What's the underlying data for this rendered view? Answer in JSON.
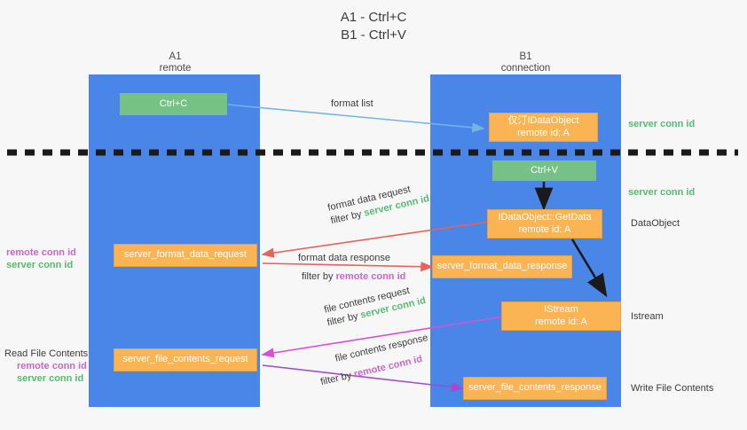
{
  "title": {
    "line1": "A1 - Ctrl+C",
    "line2": "B1 - Ctrl+V"
  },
  "columns": [
    {
      "name": "A1",
      "sub": "remote"
    },
    {
      "name": "B1",
      "sub": "connection"
    }
  ],
  "nodes": {
    "ctrl_c": {
      "label": "Ctrl+C"
    },
    "ctrl_v": {
      "label": "Ctrl+V"
    },
    "idataobject_store": {
      "line1": "仅汀IDataObject",
      "line2": "remote id: A"
    },
    "idataobject_getdata": {
      "line1": "IDataObject::GetData",
      "line2": "remote id: A"
    },
    "istream": {
      "line1": "IStream",
      "line2": "remote id: A"
    },
    "server_format_data_request": {
      "label": "server_format_data_request"
    },
    "server_format_data_response": {
      "label": "server_format_data_response"
    },
    "server_file_contents_request": {
      "label": "server_file_contents_request"
    },
    "server_file_contents_response": {
      "label": "server_file_contents_response"
    }
  },
  "edges": {
    "format_list": {
      "label": "format list"
    },
    "format_data_request": {
      "line1": "format data request",
      "filter_prefix": "filter by ",
      "filter_value": "server conn id"
    },
    "format_data_response": {
      "line1": "format data response",
      "filter_prefix": "filter by ",
      "filter_value": "remote conn id"
    },
    "file_contents_request": {
      "line1": "file contents request",
      "filter_prefix": "filter by ",
      "filter_value": "server conn id"
    },
    "file_contents_response": {
      "line1": "file contents response",
      "filter_prefix": "filter by ",
      "filter_value": "remote conn id"
    }
  },
  "annotations": {
    "left_conn_ids_1": {
      "remote": "remote conn id",
      "server": "server conn id"
    },
    "read_file_contents": {
      "title": "Read File Contents",
      "remote": "remote conn id",
      "server": "server conn id"
    },
    "right_server_conn_id_top": "server conn id",
    "right_server_conn_id_mid": "server conn id",
    "right_dataobject": "DataObject",
    "right_istream": "Istream",
    "right_write_file_contents": "Write File Contents"
  },
  "colors": {
    "lane": "#4a86e8",
    "green_node": "#76c286",
    "orange_node": "#fbb454",
    "green_text": "#57bb71",
    "magenta_text": "#cc66cc",
    "blue_arrow": "#74b3e8",
    "red_arrow": "#e8615a",
    "magenta_arrow": "#d94fd9",
    "purple_arrow": "#a24bd1",
    "black": "#1a1a1a",
    "background": "#f7f7f7"
  }
}
